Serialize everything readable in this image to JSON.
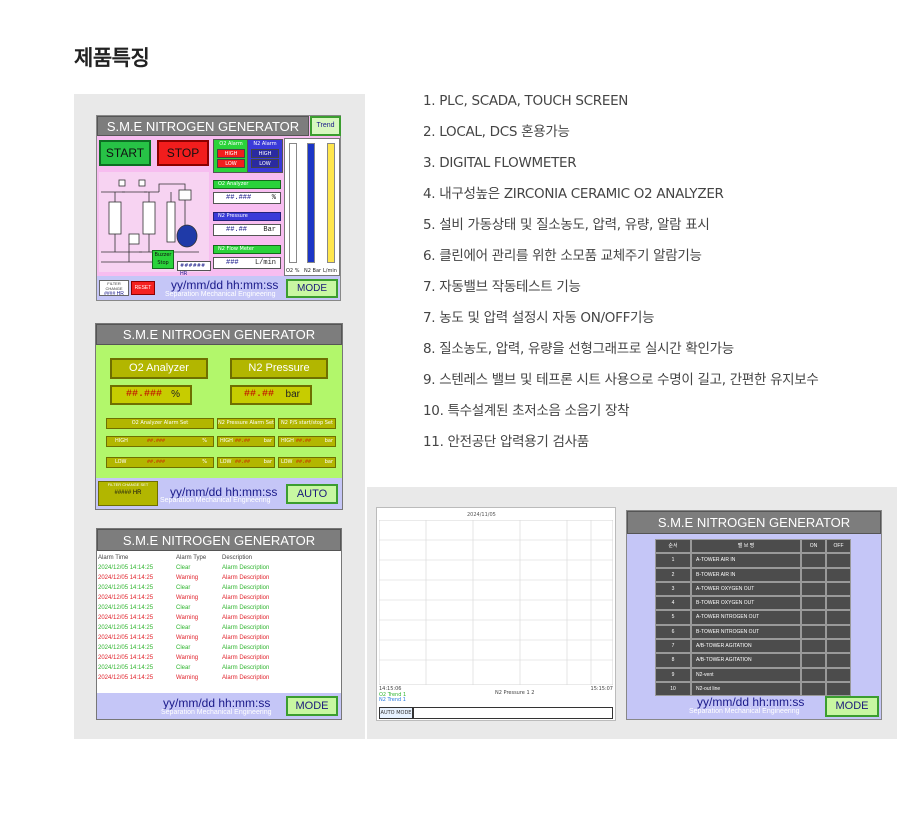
{
  "page_title": "제품특징",
  "features": [
    "1. PLC, SCADA, TOUCH SCREEN",
    "2. LOCAL, DCS 혼용가능",
    "3. DIGITAL FLOWMETER",
    "4. 내구성높은 ZIRCONIA CERAMIC O2 ANALYZER",
    "5. 설비 가동상태 및 질소농도, 압력, 유량, 알람 표시",
    "6. 클린에어 관리를 위한 소모품 교체주기 알람기능",
    "7. 자동밸브 작동테스트 기능",
    "7. 농도 및 압력 설정시 자동 ON/OFF기능",
    "8. 질소농도, 압력, 유량을 선형그래프로 실시간 확인가능",
    "9. 스텐레스 밸브 및 테프론 시트 사용으로 수명이 길고, 간편한 유지보수",
    "10. 특수설계된 초저소음 소음기 장착",
    "11. 안전공단 압력용기 검사품"
  ],
  "hmi_common": {
    "title": "S.M.E NITROGEN GENERATOR",
    "datetime": "yy/mm/dd  hh:mm:ss",
    "company": "Separation Mechanical Engineering",
    "mode_label": "MODE",
    "auto_label": "AUTO"
  },
  "screen_main": {
    "trend_label": "Trend",
    "start_label": "START",
    "stop_label": "STOP",
    "o2_alarm": {
      "caption": "O2 Alarm",
      "high": "HIGH",
      "low": "LOW"
    },
    "n2_alarm": {
      "caption": "N2 Alarm",
      "high": "HIGH",
      "low": "LOW"
    },
    "o2_analyzer": {
      "label": "O2 Analyzer",
      "value": "##.###",
      "unit": "%"
    },
    "n2_pressure": {
      "label": "N2 Pressure",
      "value": "##.##",
      "unit": "Bar"
    },
    "n2_flow": {
      "label": "N2 Flow Meter",
      "value": "###",
      "unit": "L/min"
    },
    "bar_labels": [
      "O2 %",
      "N2 Bar",
      "L/min"
    ],
    "buzzer_label": "Buzzer Stop",
    "hours_value": "######",
    "hours_unit": "HR",
    "filter_label": "FILTER CHANGE",
    "filter_value": "#### HR",
    "reset_label": "RESET"
  },
  "screen_setpoint": {
    "o2_label": "O2 Analyzer",
    "o2_value": "##.###",
    "o2_unit": "%",
    "n2_label": "N2 Pressure",
    "n2_value": "##.##",
    "n2_unit": "bar",
    "o2_alarm_set": "O2 Analyzer Alarm Set",
    "n2_alarm_set": "N2 Pressure Alarm Set",
    "n2_start_stop": "N2 P/S start/stop Set",
    "high_label": "HIGH",
    "low_label": "LOW",
    "pct_value": "##.###",
    "pct_unit": "%",
    "bar_value": "##.##",
    "bar_unit": "bar",
    "filter_label": "FILTER CHANGE SET",
    "filter_value": "#####",
    "filter_unit": "HR"
  },
  "screen_alarm": {
    "headers": [
      "Alarm Time",
      "Alarm Type",
      "Description"
    ],
    "rows": [
      {
        "time": "2024/12/05 14:14:25",
        "type": "Clear",
        "desc": "Alarm Description",
        "color": "#2fb52f"
      },
      {
        "time": "2024/12/05 14:14:25",
        "type": "Warning",
        "desc": "Alarm Description",
        "color": "#e0202a"
      },
      {
        "time": "2024/12/05 14:14:25",
        "type": "Clear",
        "desc": "Alarm Description",
        "color": "#2fb52f"
      },
      {
        "time": "2024/12/05 14:14:25",
        "type": "Warning",
        "desc": "Alarm Description",
        "color": "#e0202a"
      },
      {
        "time": "2024/12/05 14:14:25",
        "type": "Clear",
        "desc": "Alarm Description",
        "color": "#2fb52f"
      },
      {
        "time": "2024/12/05 14:14:25",
        "type": "Warning",
        "desc": "Alarm Description",
        "color": "#e0202a"
      },
      {
        "time": "2024/12/05 14:14:25",
        "type": "Clear",
        "desc": "Alarm Description",
        "color": "#2fb52f"
      },
      {
        "time": "2024/12/05 14:14:25",
        "type": "Warning",
        "desc": "Alarm Description",
        "color": "#e0202a"
      },
      {
        "time": "2024/12/05 14:14:25",
        "type": "Clear",
        "desc": "Alarm Description",
        "color": "#2fb52f"
      },
      {
        "time": "2024/12/05 14:14:25",
        "type": "Warning",
        "desc": "Alarm Description",
        "color": "#e0202a"
      },
      {
        "time": "2024/12/05 14:14:25",
        "type": "Clear",
        "desc": "Alarm Description",
        "color": "#2fb52f"
      },
      {
        "time": "2024/12/05 14:14:25",
        "type": "Warning",
        "desc": "Alarm Description",
        "color": "#e0202a"
      }
    ]
  },
  "screen_trend": {
    "caption": "2024/11/05",
    "start_time": "14:15:06",
    "end_time": "15:15:07",
    "legend_o2": "O2 Trend 1",
    "legend_n2": "N2 Trend 1",
    "pressure_label": "N2 Pressure 1 2",
    "auto_mode_label": "AUTO MODE"
  },
  "screen_valve": {
    "headers": [
      "순서",
      "밸 브 명",
      "ON",
      "OFF"
    ],
    "rows": [
      {
        "no": "1",
        "name": "A-TOWER AIR IN"
      },
      {
        "no": "2",
        "name": "B-TOWER AIR IN"
      },
      {
        "no": "3",
        "name": "A-TOWER OXYGEN OUT"
      },
      {
        "no": "4",
        "name": "B-TOWER OXYGEN OUT"
      },
      {
        "no": "5",
        "name": "A-TOWER NITROGEN OUT"
      },
      {
        "no": "6",
        "name": "B-TOWER NITROGEN OUT"
      },
      {
        "no": "7",
        "name": "A/B-TOWER AGITATION"
      },
      {
        "no": "8",
        "name": "A/B-TOWER AGITATION"
      },
      {
        "no": "9",
        "name": "N2-vent"
      },
      {
        "no": "10",
        "name": "N2-out line"
      }
    ]
  },
  "colors": {
    "hmi_title_bg": "#7d7d7d",
    "footer_bg": "#c5c6f7",
    "main_bg": "#f7bdf0",
    "setpoint_bg": "#b2f76b",
    "mode_button": "#c8f7a2"
  }
}
